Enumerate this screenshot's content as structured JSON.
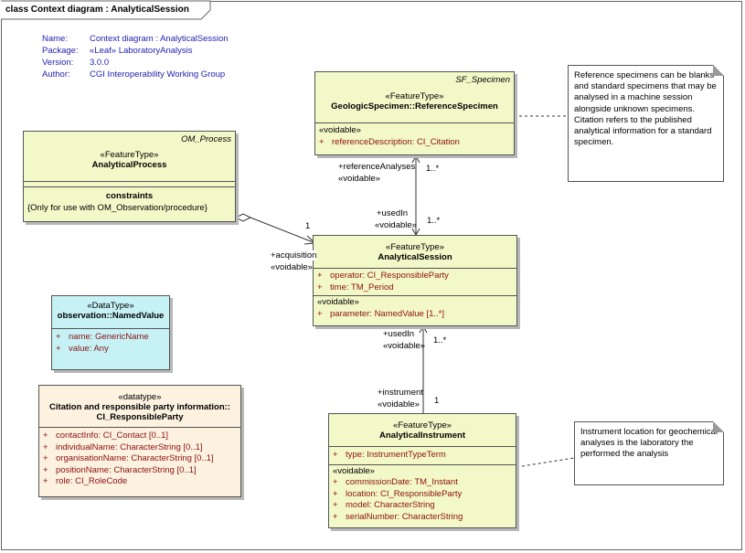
{
  "frame_title": "class Context diagram : AnalyticalSession",
  "meta": {
    "name_key": "Name:",
    "name_val": "Context diagram : AnalyticalSession",
    "package_key": "Package:",
    "package_val": "«Leaf» LaboratoryAnalysis",
    "version_key": "Version:",
    "version_val": "3.0.0",
    "author_key": "Author:",
    "author_val": "CGI Interoperability Working Group"
  },
  "classes": {
    "reference_specimen": {
      "parent": "SF_Specimen",
      "stereotype": "«FeatureType»",
      "name": "GeologicSpecimen::ReferenceSpecimen",
      "section": "«voidable»",
      "attrs": [
        "+",
        "referenceDescription:  CI_Citation"
      ]
    },
    "analytical_process": {
      "parent": "OM_Process",
      "stereotype": "«FeatureType»",
      "name": "AnalyticalProcess",
      "constraints_label": "constraints",
      "constraint": "{Only for use with OM_Observation/procedure}"
    },
    "analytical_session": {
      "stereotype": "«FeatureType»",
      "name": "AnalyticalSession",
      "attrs": [
        {
          "v": "+",
          "t": "operator:  CI_ResponsibleParty"
        },
        {
          "v": "+",
          "t": "time:  TM_Period"
        }
      ],
      "section": "«voidable»",
      "voidable_attrs": [
        {
          "v": "+",
          "t": "parameter:  NamedValue [1..*]"
        }
      ]
    },
    "named_value": {
      "stereotype": "«DataType»",
      "name": "observation::NamedValue",
      "attrs": [
        {
          "v": "+",
          "t": "name:  GenericName"
        },
        {
          "v": "+",
          "t": "value:  Any"
        }
      ]
    },
    "responsible_party": {
      "stereotype": "«datatype»",
      "name_line1": "Citation and responsible party information::",
      "name_line2": "CI_ResponsibleParty",
      "attrs": [
        {
          "v": "+",
          "t": "contactInfo:  CI_Contact [0..1]"
        },
        {
          "v": "+",
          "t": "individualName:  CharacterString [0..1]"
        },
        {
          "v": "+",
          "t": "organisationName:  CharacterString [0..1]"
        },
        {
          "v": "+",
          "t": "positionName:  CharacterString [0..1]"
        },
        {
          "v": "+",
          "t": "role:  CI_RoleCode"
        }
      ]
    },
    "analytical_instrument": {
      "stereotype": "«FeatureType»",
      "name": "AnalyticalInstrument",
      "attrs": [
        {
          "v": "+",
          "t": "type:  InstrumentTypeTerm"
        }
      ],
      "section": "«voidable»",
      "voidable_attrs": [
        {
          "v": "+",
          "t": "commissionDate:  TM_Instant"
        },
        {
          "v": "+",
          "t": "location:  CI_ResponsibleParty"
        },
        {
          "v": "+",
          "t": "model:  CharacterString"
        },
        {
          "v": "+",
          "t": "serialNumber:  CharacterString"
        }
      ]
    }
  },
  "notes": {
    "reference": "Reference specimens can be blanks and standard specimens that may be analysed in a machine session alongside unknown specimens.  Citation refers to the published analytical information for a standard specimen.",
    "instrument": "Instrument location for geochemical analyses is the laboratory the performed the analysis"
  },
  "labels": {
    "reference_analyses": "+referenceAnalyses",
    "reference_analyses_voidable": "«voidable»",
    "ref_mult_top": "1..*",
    "used_in_1": "+usedIn",
    "used_in_1_voidable": "«voidable»",
    "used_in_1_mult": "1..*",
    "acquisition": "+acquisition",
    "acquisition_voidable": "«voidable»",
    "acquisition_mult": "1",
    "used_in_2": "+usedIn",
    "used_in_2_voidable": "«voidable»",
    "used_in_2_mult": "1..*",
    "instrument": "+instrument",
    "instrument_voidable": "«voidable»",
    "instrument_mult": "1"
  }
}
